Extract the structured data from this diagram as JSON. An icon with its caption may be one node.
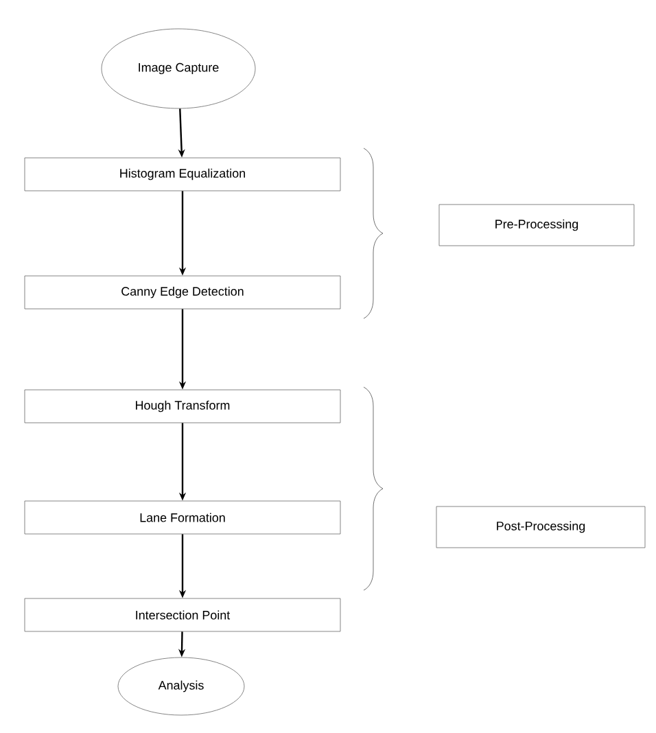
{
  "diagram": {
    "nodes": [
      {
        "text": [
          "Image Capture"
        ]
      },
      {
        "text": [
          "Histogram Equalization"
        ]
      },
      {
        "text": [
          "Canny Edge Detection"
        ]
      },
      {
        "text": [
          "Pre-Processing"
        ]
      },
      {
        "text": [
          "Hough Transform"
        ]
      },
      {
        "text": [
          "Lane Formation"
        ]
      },
      {
        "text": [
          "Intersection Point"
        ]
      },
      {
        "text": [
          "Post-Processing"
        ]
      },
      {
        "text": [
          "Analysis"
        ]
      }
    ],
    "edges": [
      {
        "from": 0,
        "to": 1,
        "arrow": "to"
      },
      {
        "from": 1,
        "to": 2,
        "arrow": "to"
      },
      {
        "from": 2,
        "to": 4,
        "arrow": "to"
      },
      {
        "from": 4,
        "to": 5,
        "arrow": "to"
      },
      {
        "from": 5,
        "to": 6,
        "arrow": "to"
      },
      {
        "from": 6,
        "to": 8,
        "arrow": "to"
      }
    ]
  }
}
